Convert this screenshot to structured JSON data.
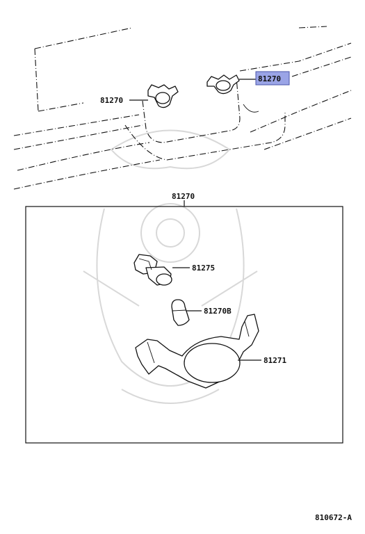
{
  "diagram_ref": "810672-A",
  "vehicle_view": {
    "callout_left": "81270",
    "callout_right_highlighted": "81270",
    "highlight_color": "#9aa4e6"
  },
  "assembly": {
    "title": "81270",
    "parts": [
      {
        "number": "81275"
      },
      {
        "number": "81270B"
      },
      {
        "number": "81271"
      }
    ]
  }
}
